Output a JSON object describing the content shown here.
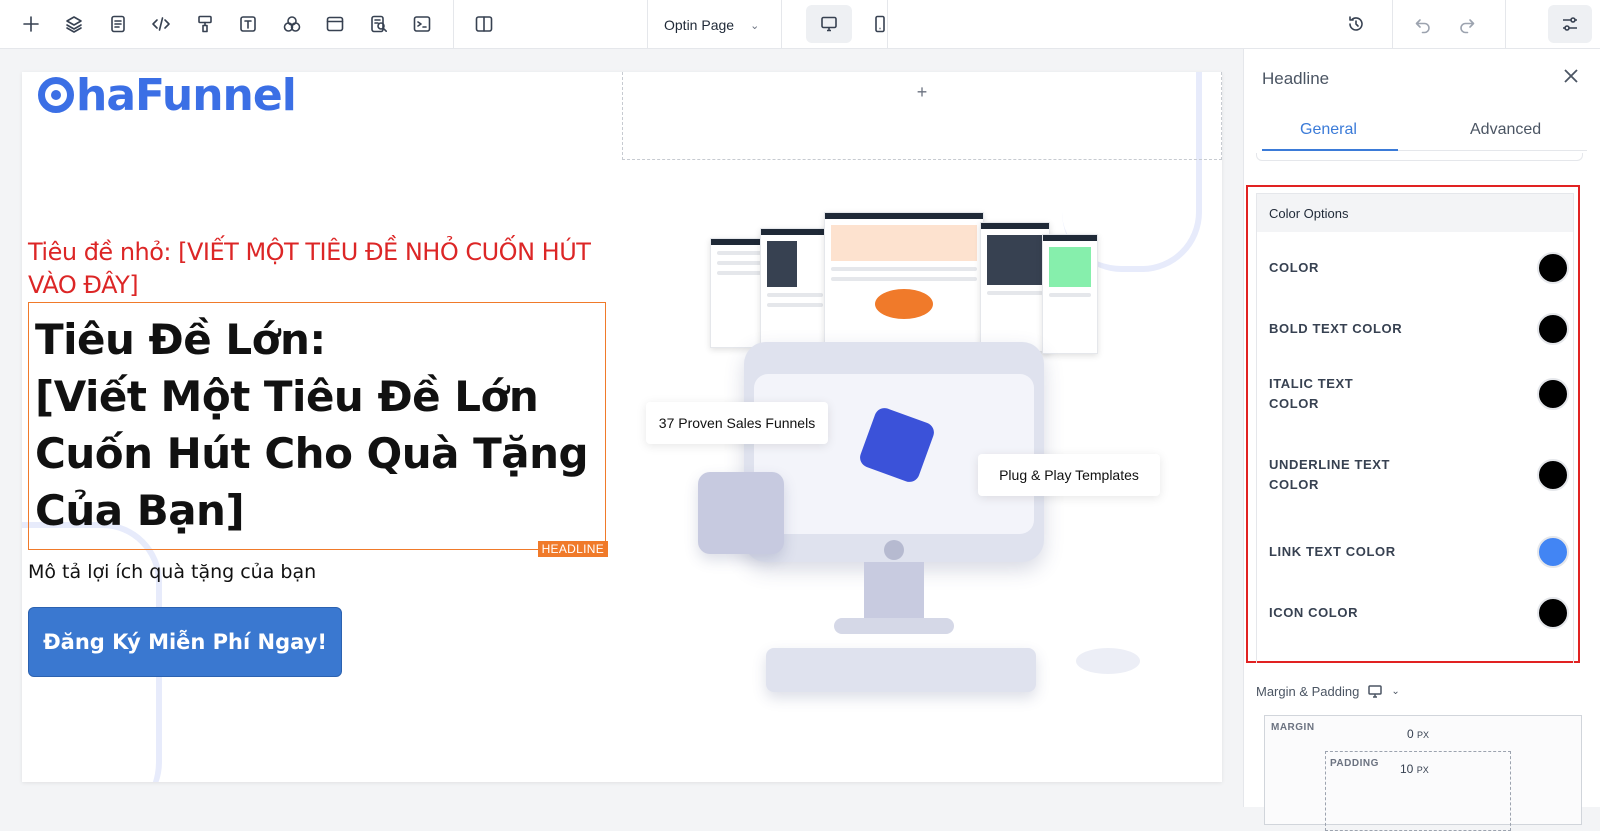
{
  "toolbar": {
    "tools": [
      "add-icon",
      "layers-icon",
      "page-icon",
      "code-icon",
      "paint-roller-icon",
      "text-icon",
      "shapes-icon",
      "browser-icon",
      "seo-search-icon",
      "terminal-icon",
      "split-view-icon"
    ],
    "page_select": "Optin Page",
    "devices": [
      "desktop-icon",
      "mobile-icon"
    ],
    "right_tools": [
      "history-icon",
      "undo-icon",
      "redo-icon",
      "settings-sliders-icon"
    ]
  },
  "canvas": {
    "logo_text": "haFunnel",
    "add_icon": "+",
    "subheadline": "Tiêu đề nhỏ: [VIẾT MỘT TIÊU ĐỀ NHỎ CUỐN HÚT VÀO ĐÂY]",
    "headline_lines": [
      "Tiêu Đề Lớn:",
      "[Viết Một Tiêu Đề Lớn",
      "Cuốn Hút Cho Quà Tặng",
      "Của Bạn]"
    ],
    "headline_tag": "HEADLINE",
    "description": "Mô tả lợi ích quà tặng của bạn",
    "cta_label": "Đăng Ký Miễn Phí Ngay!",
    "hero_pill_1": "37 Proven Sales Funnels",
    "hero_pill_2": "Plug & Play Templates"
  },
  "panel": {
    "title": "Headline",
    "tabs": [
      {
        "label": "General",
        "active": true
      },
      {
        "label": "Advanced",
        "active": false
      }
    ],
    "color_options": {
      "heading": "Color Options",
      "rows": [
        {
          "label": "COLOR",
          "color": "#000000"
        },
        {
          "label": "BOLD TEXT COLOR",
          "color": "#000000"
        },
        {
          "label": "ITALIC TEXT COLOR",
          "color": "#000000"
        },
        {
          "label": "UNDERLINE TEXT COLOR",
          "color": "#000000"
        },
        {
          "label": "LINK TEXT COLOR",
          "color": "#4285f4"
        },
        {
          "label": "ICON COLOR",
          "color": "#000000"
        }
      ]
    },
    "margin_padding": {
      "heading": "Margin & Padding",
      "margin_label": "MARGIN",
      "margin_value": "0",
      "padding_label": "PADDING",
      "padding_value": "10",
      "unit": "PX"
    }
  },
  "colors": {
    "accent": "#3b7bd8",
    "cta": "#3a78d0",
    "subheadline": "#dc2626",
    "selection": "#f07a2a",
    "highlight_box": "#e12222"
  }
}
